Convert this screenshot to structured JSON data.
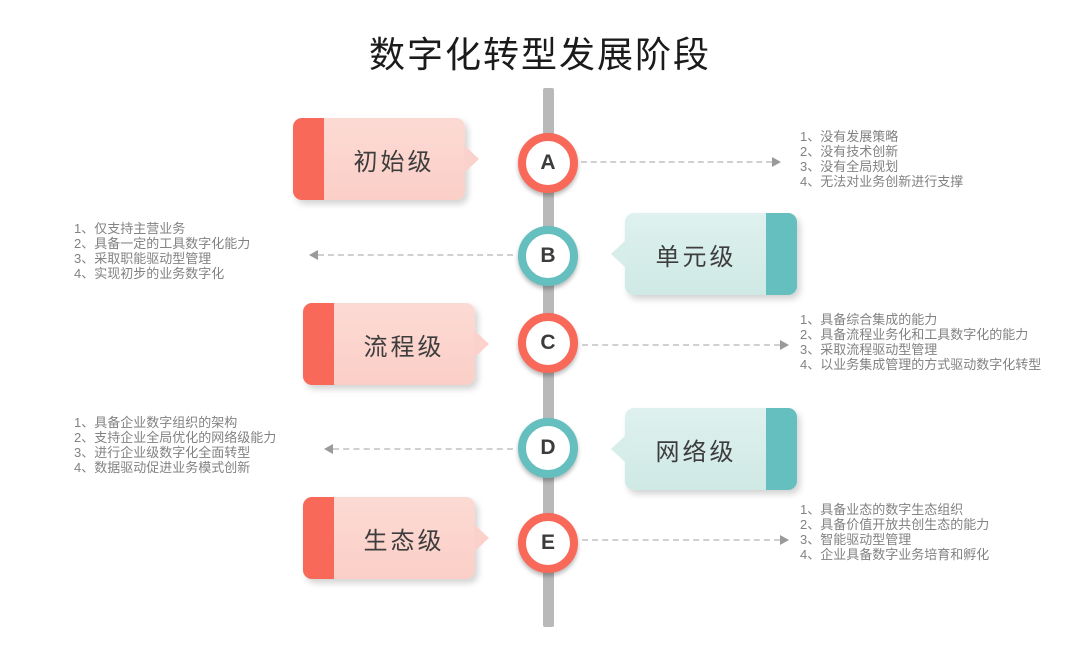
{
  "title": "数字化转型发展阶段",
  "colors": {
    "coral": "#f8695a",
    "coral_body": "#fbd3cc",
    "teal": "#64bfbe",
    "teal_body": "#d5ece8",
    "timeline_gray": "#b9b9b9",
    "desc_text_gray": "#828282",
    "label_text": "#3d3d3d"
  },
  "stages": [
    {
      "letter": "A",
      "label": "初始级",
      "theme": "coral",
      "desc_side": "right",
      "points": [
        "1、没有发展策略",
        "2、没有技术创新",
        "3、没有全局规划",
        "4、无法对业务创新进行支撑"
      ]
    },
    {
      "letter": "B",
      "label": "单元级",
      "theme": "teal",
      "desc_side": "left",
      "points": [
        "1、仅支持主营业务",
        "2、具备一定的工具数字化能力",
        "3、采取职能驱动型管理",
        "4、实现初步的业务数字化"
      ]
    },
    {
      "letter": "C",
      "label": "流程级",
      "theme": "coral",
      "desc_side": "right",
      "points": [
        "1、具备综合集成的能力",
        "2、具备流程业务化和工具数字化的能力",
        "3、采取流程驱动型管理",
        "4、以业务集成管理的方式驱动数字化转型"
      ]
    },
    {
      "letter": "D",
      "label": "网络级",
      "theme": "teal",
      "desc_side": "left",
      "points": [
        "1、具备企业数字组织的架构",
        "2、支持企业全局优化的网络级能力",
        "3、进行企业级数字化全面转型",
        "4、数据驱动促进业务模式创新"
      ]
    },
    {
      "letter": "E",
      "label": "生态级",
      "theme": "coral",
      "desc_side": "right",
      "points": [
        "1、具备业态的数字生态组织",
        "2、具备价值开放共创生态的能力",
        "3、智能驱动型管理",
        "4、企业具备数字业务培育和孵化"
      ]
    }
  ]
}
